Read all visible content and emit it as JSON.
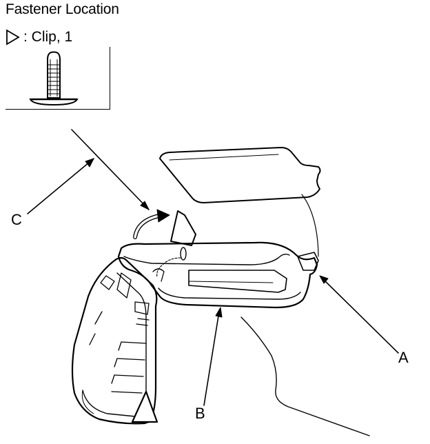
{
  "title": "Fastener Location",
  "legend": {
    "symbol_icon": "triangle-outline-icon",
    "text": ": Clip, 1"
  },
  "callouts": {
    "a": "A",
    "b": "B",
    "c": "C"
  }
}
